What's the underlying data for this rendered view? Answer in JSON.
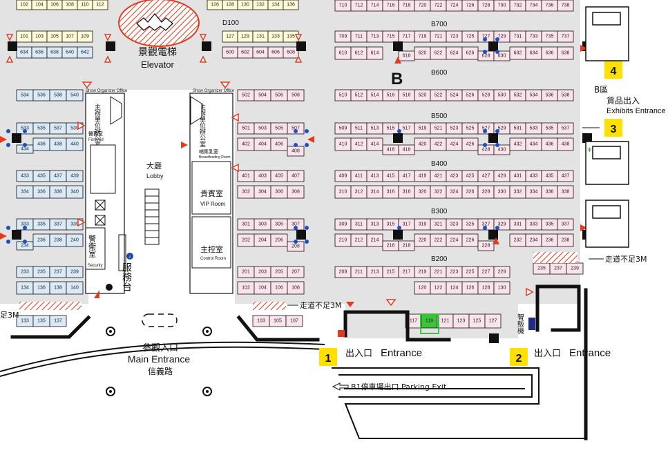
{
  "colors": {
    "hall_bg": "#e3e3e3",
    "booth_yellow": "#fffbd6",
    "booth_blue": "#dbeaf7",
    "booth_pink": "#fbe3ec",
    "outline": "#111111",
    "accent_red": "#e23a1e",
    "badge_yellow": "#ffe000",
    "highlight_green": "#3bc43b",
    "vending_blue": "#1f2a8a"
  },
  "zones": {
    "d100": "D100",
    "b700": "B700",
    "b600": "B600",
    "b500": "B500",
    "b400": "B400",
    "b300": "B300",
    "b200": "B200",
    "b_letter": "B"
  },
  "labels": {
    "elevator_cn": "景觀電梯",
    "elevator_en": "Elevator",
    "lobby_cn": "大廳",
    "lobby_en": "Lobby",
    "vip_cn": "貴賓室",
    "vip_en": "VIP Room",
    "control_cn": "主控室",
    "control_en": "Control Room",
    "security_cn": "警衛室",
    "security_en": "Security",
    "service_desk_cn": "服務台",
    "first_aid_cn": "醫務室",
    "first_aid_en": "First Aid",
    "breastfeeding_cn": "哺集乳室",
    "breastfeeding_en": "Breastfeeding Room",
    "organizer_office_en": "Show Organizer Office",
    "organizer_office_cn": "主辦單位辦公室",
    "main_entrance_cn": "參觀入口",
    "main_entrance_en": "Main Entrance",
    "road_cn": "信義路",
    "entrance_cn": "出入口",
    "entrance_en": "Entrance",
    "b_area": "B區",
    "exhibits_cn": "貨品出入",
    "exhibits_en": "Exhibits Entrance",
    "aisle_note": "走道不足3M",
    "aisle_note_edge": "足3M",
    "parking_exit": "B1停車場出口 Parking Exit",
    "vending": "智販機"
  },
  "badges": [
    "1",
    "2",
    "3",
    "4"
  ],
  "booths": {
    "top_left": [
      "102",
      "104",
      "106",
      "108",
      "110",
      "112"
    ],
    "row_101": [
      "101",
      "103",
      "105",
      "107",
      "109"
    ],
    "row_634": [
      "634",
      "636",
      "638",
      "640",
      "642"
    ],
    "d_top": [
      "126",
      "128",
      "130",
      "132",
      "134",
      "136"
    ],
    "d_127": [
      "127",
      "129",
      "131",
      "133",
      "135"
    ],
    "d_600": [
      "600",
      "602",
      "604",
      "606",
      "608"
    ],
    "b_710": [
      "710",
      "712",
      "714",
      "716",
      "718",
      "720",
      "722",
      "724",
      "726",
      "728",
      "730",
      "732",
      "734",
      "736",
      "738"
    ],
    "b_709a": [
      "709",
      "711",
      "713",
      "715",
      "717"
    ],
    "b_709b": [
      "719",
      "721",
      "723",
      "725",
      "727"
    ],
    "b_709c": [
      "729",
      "731",
      "733",
      "735",
      "737"
    ],
    "b_610a": [
      "610",
      "612",
      "614"
    ],
    "b_618": "618",
    "b_610b": [
      "620",
      "622",
      "624",
      "626"
    ],
    "b_628": [
      "628",
      "630"
    ],
    "b_610c": [
      "632",
      "634",
      "636",
      "638"
    ],
    "b_510": [
      "510",
      "512",
      "514",
      "516",
      "518",
      "520",
      "522",
      "524",
      "526",
      "528",
      "530",
      "532",
      "534",
      "536",
      "538"
    ],
    "b_509a": [
      "509",
      "511",
      "513",
      "515",
      "517",
      "519",
      "521",
      "523",
      "525",
      "527",
      "529",
      "531",
      "533",
      "535",
      "537"
    ],
    "b_410a": [
      "410",
      "412",
      "414"
    ],
    "b_416": [
      "416",
      "418"
    ],
    "b_410b": [
      "420",
      "422",
      "424",
      "426"
    ],
    "b_428": [
      "428",
      "430"
    ],
    "b_410c": [
      "432",
      "434",
      "436",
      "438"
    ],
    "b_409": [
      "409",
      "411",
      "413",
      "415",
      "417",
      "419",
      "421",
      "423",
      "425",
      "427",
      "429",
      "431",
      "433",
      "435",
      "437"
    ],
    "b_310": [
      "310",
      "312",
      "314",
      "316",
      "318",
      "320",
      "322",
      "324",
      "326",
      "328",
      "330",
      "332",
      "334",
      "336",
      "338"
    ],
    "b_309": [
      "309",
      "311",
      "313",
      "315",
      "317",
      "319",
      "321",
      "323",
      "325",
      "327",
      "329",
      "331",
      "333",
      "335",
      "337"
    ],
    "b_210a": [
      "210",
      "212",
      "214"
    ],
    "b_216": [
      "216",
      "218"
    ],
    "b_210b": [
      "220",
      "222",
      "224",
      "226"
    ],
    "b_228": "228",
    "b_210c": [
      "232",
      "234",
      "236",
      "238"
    ],
    "b_209": [
      "209",
      "211",
      "213",
      "215",
      "217",
      "219",
      "221",
      "223",
      "225",
      "227",
      "229"
    ],
    "b_120": [
      "120",
      "122",
      "124",
      "126",
      "128",
      "130"
    ],
    "b_235": [
      "235",
      "237",
      "239"
    ],
    "b_117": [
      "117",
      "119",
      "121",
      "123",
      "125",
      "127"
    ],
    "l_534": [
      "534",
      "536",
      "538",
      "540"
    ],
    "l_533": [
      "533",
      "535",
      "537",
      "539"
    ],
    "l_434": "434",
    "l_436": [
      "436",
      "438",
      "440"
    ],
    "l_433": [
      "433",
      "435",
      "437",
      "439"
    ],
    "l_334": [
      "334",
      "336",
      "338",
      "340"
    ],
    "l_333": [
      "333",
      "335",
      "337",
      "339"
    ],
    "l_234": "234",
    "l_236": [
      "236",
      "238",
      "240"
    ],
    "l_233": [
      "233",
      "235",
      "237",
      "239"
    ],
    "l_134": [
      "134",
      "136",
      "138",
      "140"
    ],
    "l_133": [
      "133",
      "135",
      "137"
    ],
    "m_502": [
      "502",
      "504",
      "506",
      "508"
    ],
    "m_501": [
      "501",
      "503",
      "505",
      "507"
    ],
    "m_402": [
      "402",
      "404",
      "406"
    ],
    "m_408": "408",
    "m_401": [
      "401",
      "403",
      "405",
      "407"
    ],
    "m_302": [
      "302",
      "304",
      "306",
      "308"
    ],
    "m_301": [
      "301",
      "303",
      "305",
      "307"
    ],
    "m_202": [
      "202",
      "204",
      "206"
    ],
    "m_208": "208",
    "m_201": [
      "201",
      "203",
      "205",
      "207"
    ],
    "m_102": [
      "102",
      "104",
      "106",
      "108"
    ],
    "m_103": [
      "103",
      "105",
      "107"
    ]
  }
}
